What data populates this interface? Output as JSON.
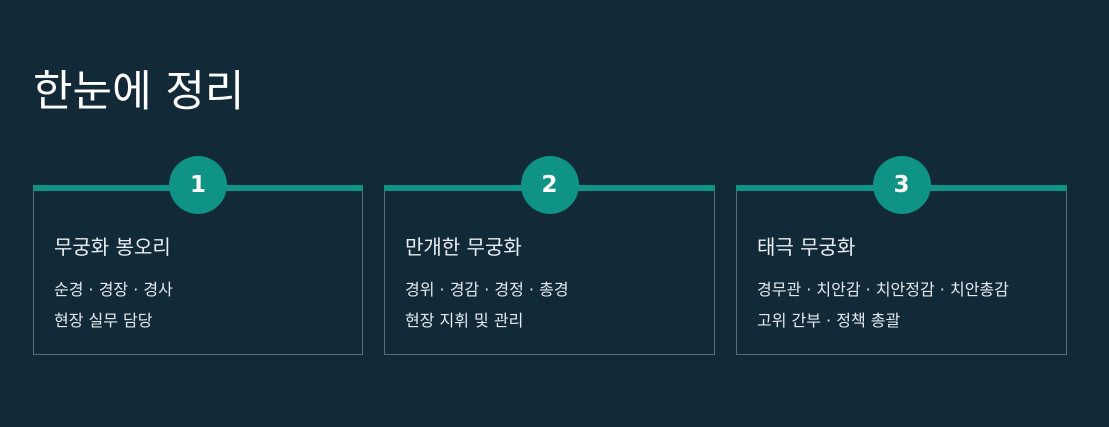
{
  "page": {
    "title": "한눈에 정리"
  },
  "cards": [
    {
      "number": "1",
      "title": "무궁화 봉오리",
      "line1": "순경 · 경장 · 경사",
      "line2": "현장 실무 담당"
    },
    {
      "number": "2",
      "title": "만개한 무궁화",
      "line1": "경위 · 경감 · 경정 · 총경",
      "line2": "현장 지휘 및 관리"
    },
    {
      "number": "3",
      "title": "태극 무궁화",
      "line1": "경무관 · 치안감 · 치안정감 · 치안총감",
      "line2": "고위 간부 · 정책 총괄"
    }
  ],
  "colors": {
    "background": "#122938",
    "accent": "#0e9384",
    "card_border": "#5a6e7b",
    "text": "#ffffff"
  }
}
